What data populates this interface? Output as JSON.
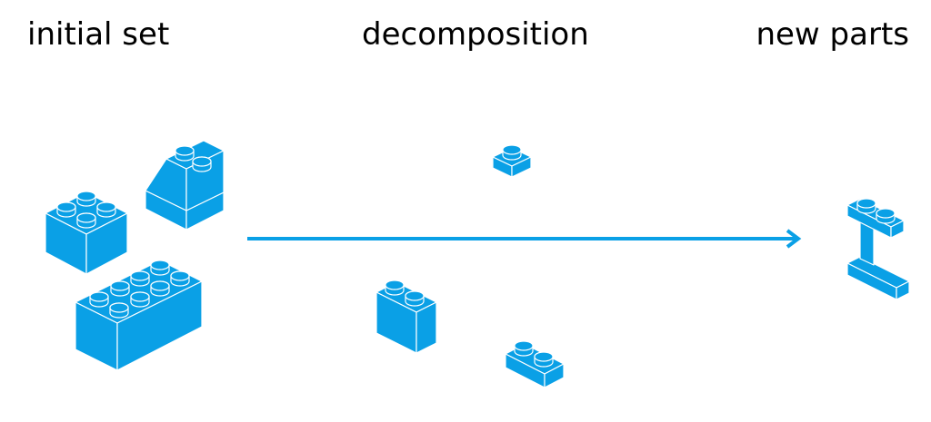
{
  "labels": {
    "initial": "initial set",
    "decomposition": "decomposition",
    "new_parts": "new parts"
  },
  "colors": {
    "brick": "#0aa0e6",
    "outline": "#ffffff",
    "arrow": "#0aa0e6",
    "text": "#000000"
  }
}
